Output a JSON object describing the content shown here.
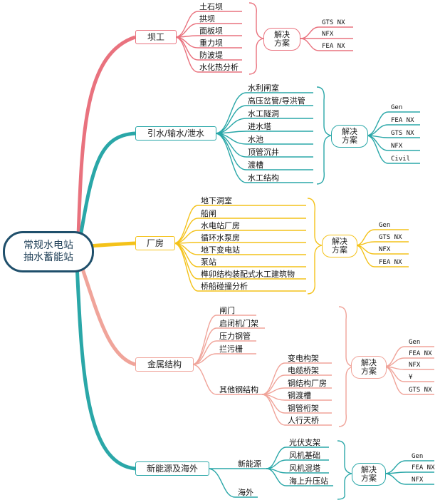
{
  "root": {
    "line1": "常规水电站",
    "line2": "抽水蓄能站"
  },
  "solution_label": {
    "line1": "解决",
    "line2": "方案"
  },
  "branches": {
    "dam": {
      "title": "坝工",
      "color": "#e9727e",
      "items": [
        "土石坝",
        "拱坝",
        "面板坝",
        "重力坝",
        "防波堤",
        "水化热分析"
      ],
      "solutions": [
        "GTS NX",
        "NFX",
        "FEA NX"
      ]
    },
    "water": {
      "title": "引水/输水/泄水",
      "color": "#2aa7a8",
      "items": [
        "水利闸室",
        "高压岔管/导洪管",
        "水工隧洞",
        "进水塔",
        "水池",
        "顶管沉井",
        "渡槽",
        "水工结构"
      ],
      "solutions": [
        "Gen",
        "FEA NX",
        "GTS NX",
        "NFX",
        "Civil"
      ]
    },
    "plant": {
      "title": "厂房",
      "color": "#f4c21a",
      "items": [
        "地下洞室",
        "船闸",
        "水电站厂房",
        "循环水泵房",
        "地下变电站",
        "泵站",
        "榫卯结构装配式水工建筑物",
        "桥船碰撞分析"
      ],
      "solutions": [
        "Gen",
        "GTS NX",
        "NFX",
        "FEA NX"
      ]
    },
    "metal": {
      "title": "金属结构",
      "color": "#f0a49a",
      "items": [
        "闸门",
        "启闭机门架",
        "压力钢管",
        "拦污栅"
      ],
      "sub_title": "其他钢结构",
      "sub_items": [
        "变电构架",
        "电缆桥架",
        "钢结构厂房",
        "钢渡槽",
        "钢管桁架",
        "人行天桥"
      ],
      "solutions": [
        "Gen",
        "FEA NX",
        "NFX",
        "¥",
        "GTS NX"
      ]
    },
    "newenergy": {
      "title": "新能源及海外",
      "color": "#2aa7a8",
      "sub_title": "新能源",
      "sub_items": [
        "光伏支架",
        "风机基础",
        "风机混塔",
        "海上升压站"
      ],
      "overseas": "海外",
      "solutions": [
        "Gen",
        "FEA NX",
        "NFX"
      ]
    }
  }
}
